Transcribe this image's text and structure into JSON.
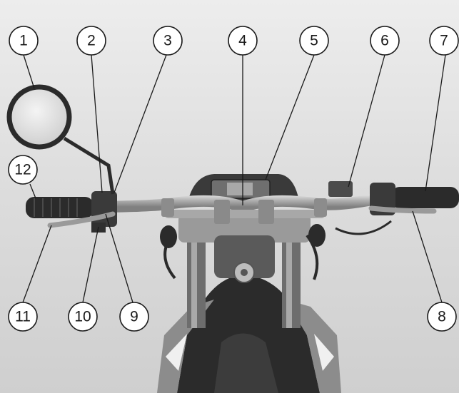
{
  "callouts": [
    {
      "number": "1"
    },
    {
      "number": "2"
    },
    {
      "number": "3"
    },
    {
      "number": "4"
    },
    {
      "number": "5"
    },
    {
      "number": "6"
    },
    {
      "number": "7"
    },
    {
      "number": "8"
    },
    {
      "number": "9"
    },
    {
      "number": "10"
    },
    {
      "number": "11"
    },
    {
      "number": "12"
    }
  ],
  "colors": {
    "background": "#ffffff",
    "line": "#1a1a1a",
    "metal": "#b8b8b8",
    "dark": "#2a2a2a",
    "mid": "#7a7a7a"
  },
  "icons": [
    "mirror-icon",
    "handlebar-icon",
    "grip-icon",
    "lever-icon"
  ]
}
